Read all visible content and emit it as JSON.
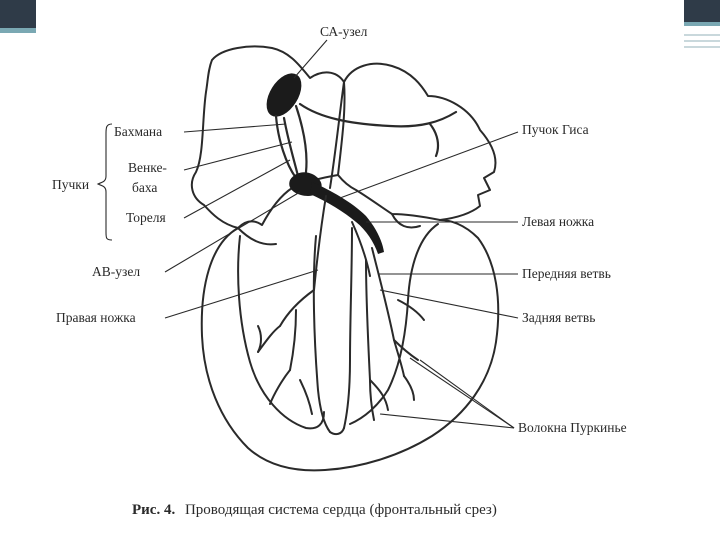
{
  "labels": {
    "sa_node": "СА-узел",
    "bakhmann": "Бахмана",
    "wenckebach_1": "Венке-",
    "wenckebach_2": "баха",
    "bundles": "Пучки",
    "thorel": "Тореля",
    "av_node": "АВ-узел",
    "right_branch": "Правая ножка",
    "his_bundle": "Пучок Гиса",
    "left_branch": "Левая ножка",
    "anterior_branch": "Передняя ветвь",
    "posterior_branch": "Задняя ветвь",
    "purkinje": "Волокна Пуркинье"
  },
  "caption": {
    "number": "Рис. 4.",
    "text": "Проводящая система сердца (фронтальный срез)"
  }
}
